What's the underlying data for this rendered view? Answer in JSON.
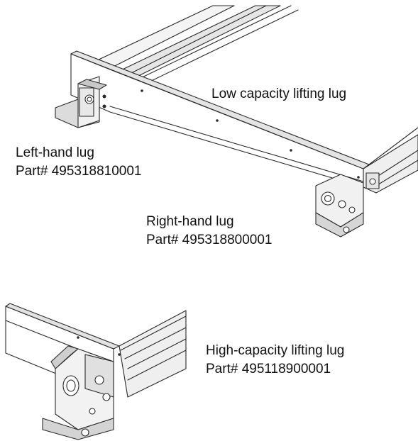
{
  "labels": {
    "low_capacity": "Low capacity lifting lug",
    "left_hand": {
      "name": "Left-hand lug",
      "part": "Part# 495318810001"
    },
    "right_hand": {
      "name": "Right-hand lug",
      "part": "Part# 495318800001"
    },
    "high_capacity": {
      "name": "High-capacity lifting lug",
      "part": "Part# 495118900001"
    }
  },
  "colors": {
    "line": "#2a2a2a",
    "shade_light": "#f1f1f1",
    "shade_mid": "#dcdcdc",
    "shade_dark": "#bdbdbd"
  }
}
